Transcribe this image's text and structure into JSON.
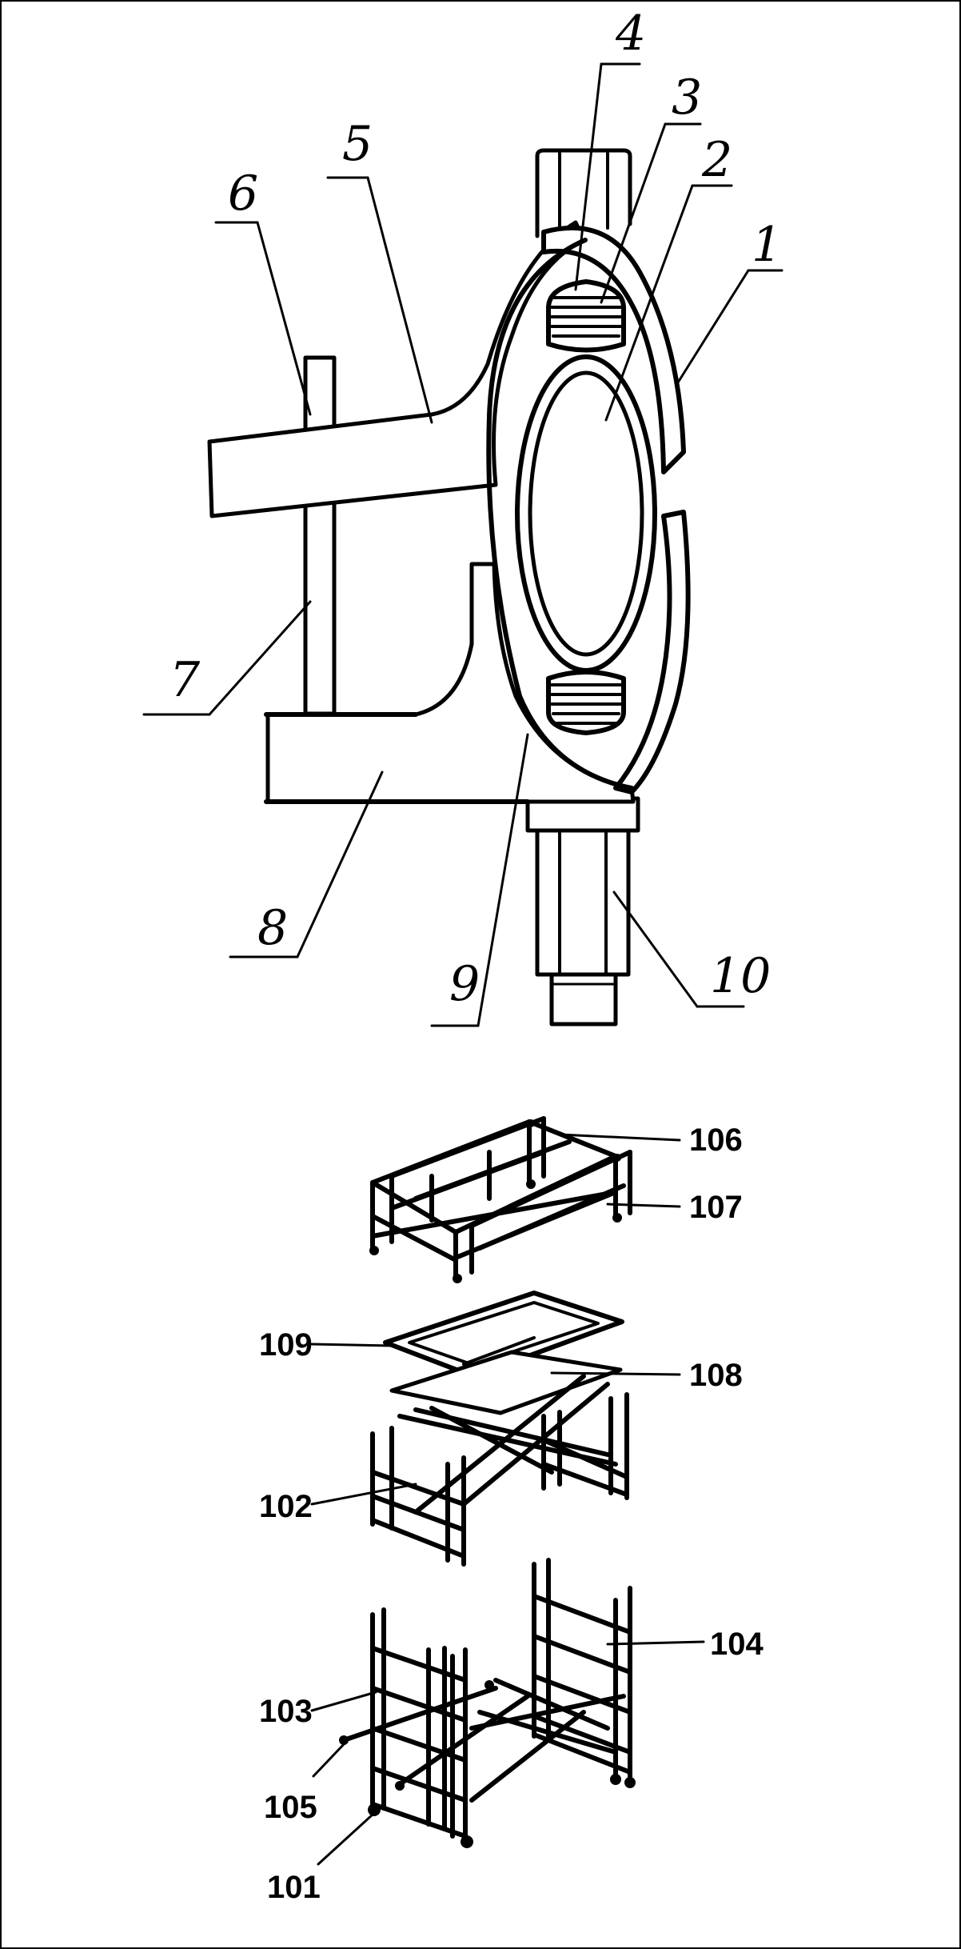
{
  "figure_a": {
    "labels": [
      "1",
      "2",
      "3",
      "4",
      "5",
      "6",
      "7",
      "8",
      "9",
      "10"
    ]
  },
  "figure_b": {
    "labels": [
      "106",
      "107",
      "109",
      "108",
      "102",
      "104",
      "103",
      "105",
      "101"
    ]
  }
}
